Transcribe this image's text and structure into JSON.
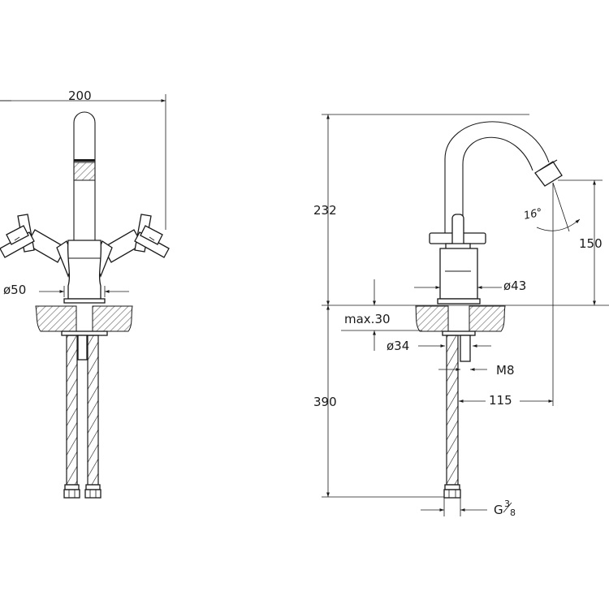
{
  "colors": {
    "line": "#1a1a1a",
    "background": "#ffffff",
    "counter_hatch": "#888888"
  },
  "front_view": {
    "width_label": "200",
    "base_diameter_label": "ø50"
  },
  "side_view": {
    "height_above_label": "232",
    "height_below_label": "390",
    "spout_height_label": "150",
    "spout_angle_label": "16°",
    "body_diameter_label": "ø43",
    "counter_thickness_label": "max.30",
    "hole_diameter_label": "ø34",
    "rod_label": "M8",
    "reach_label": "115",
    "connection_label_main": "G",
    "connection_label_num": "3",
    "connection_label_den": "8"
  }
}
